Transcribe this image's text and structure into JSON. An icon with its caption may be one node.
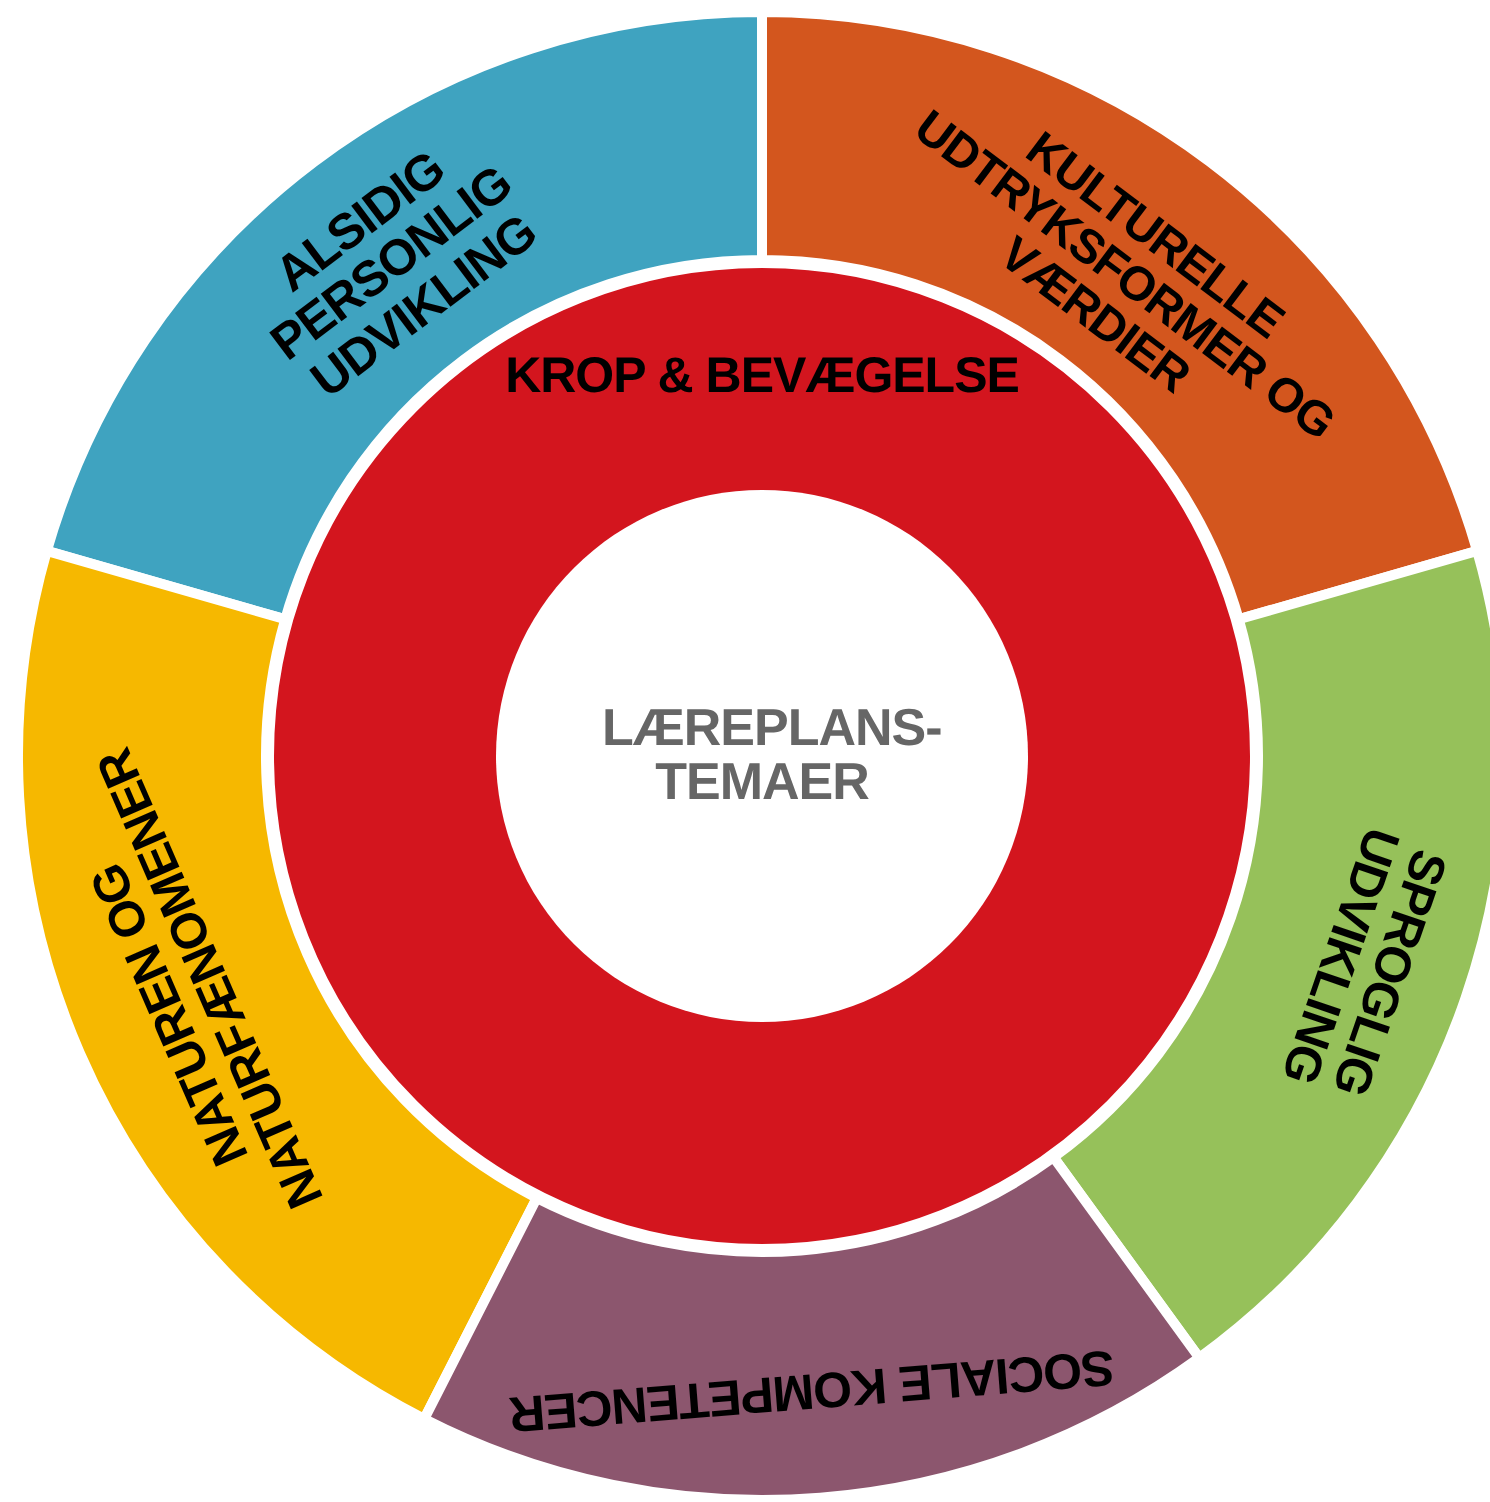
{
  "diagram": {
    "nodes": [
      {
        "text": [
          "ALSIDIG PERSONLIG UDVIKLING"
        ]
      },
      {
        "text": [
          "KULTURELLE UDTRYKSFORMER OG VÆRDIER"
        ]
      },
      {
        "text": [
          "KROP & BEVÆGELSE"
        ]
      },
      {
        "text": [
          "LÆREPLANS- TEMAER"
        ],
        "in": 2
      },
      {
        "text": [
          "NATUREN OG NATURFÆNOMENER"
        ]
      },
      {
        "text": [
          "SPROGLIG UDVIKLING"
        ]
      },
      {
        "text": [
          "SOCIALE KOMPETENCER"
        ]
      }
    ]
  }
}
